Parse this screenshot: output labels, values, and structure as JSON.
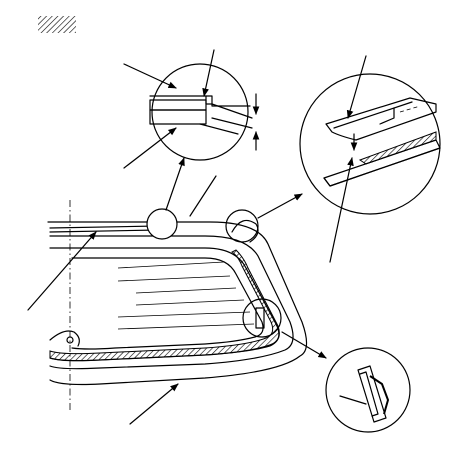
{
  "diagram": {
    "legend_symbol": "hatched-rectangle-symbol",
    "main_part": "rear-window-glass",
    "callouts": [
      "detail-circle-upper-edge",
      "detail-circle-corner",
      "detail-circle-side-molding",
      "detail-circle-clip"
    ],
    "colors": {
      "line": "#000000",
      "background": "#ffffff"
    }
  }
}
